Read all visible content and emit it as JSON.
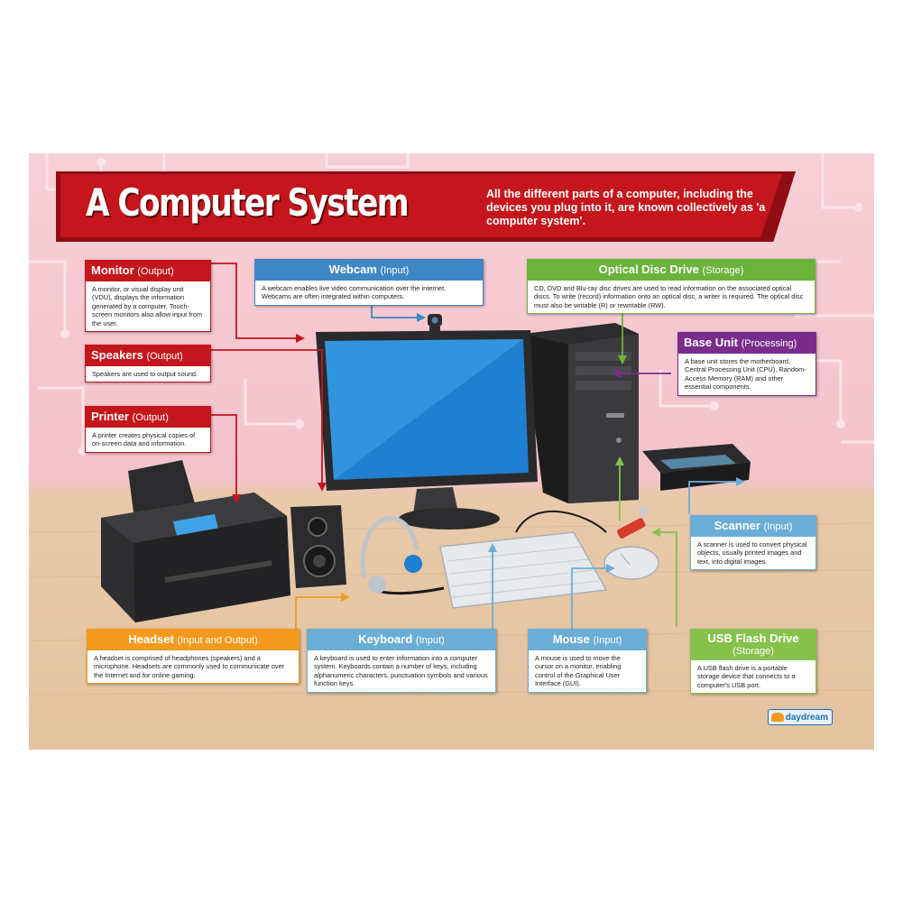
{
  "poster": {
    "title": "A Computer System",
    "intro": "All the different parts of a computer, including the devices you plug into it, are known collectively as 'a computer system'.",
    "logo": "daydream"
  },
  "boxes": {
    "monitor": {
      "title": "Monitor",
      "sub": "(Output)",
      "body": "A monitor, or visual display unit (VDU), displays the information generated by a computer. Touch-screen monitors also allow input from the user."
    },
    "speakers": {
      "title": "Speakers",
      "sub": "(Output)",
      "body": "Speakers are used to output sound."
    },
    "printer": {
      "title": "Printer",
      "sub": "(Output)",
      "body": "A printer creates physical copies of on-screen data and information."
    },
    "webcam": {
      "title": "Webcam",
      "sub": "(Input)",
      "body": "A webcam enables live video communication over the internet. Webcams are often integrated within computers."
    },
    "optical": {
      "title": "Optical Disc Drive",
      "sub": "(Storage)",
      "body": "CD, DVD and Blu-ray disc drives are used to read information on the associated optical discs. To write (record) information onto an optical disc, a writer is required. The optical disc must also be writable (R) or rewritable (RW)."
    },
    "baseunit": {
      "title": "Base Unit",
      "sub": "(Processing)",
      "body": "A base unit stores the motherboard, Central Processing Unit (CPU), Random-Access Memory (RAM) and other essential components."
    },
    "scanner": {
      "title": "Scanner",
      "sub": "(Input)",
      "body": "A scanner is used to convert physical objects, usually printed images and text, into digital images."
    },
    "usb": {
      "title": "USB Flash Drive",
      "sub": "(Storage)",
      "body": "A USB flash drive is a portable storage device that connects to a computer's USB port."
    },
    "headset": {
      "title": "Headset",
      "sub": "(Input and Output)",
      "body": "A headset is comprised of headphones (speakers) and a microphone. Headsets are commonly used to communicate over the Internet and for online gaming."
    },
    "keyboard": {
      "title": "Keyboard",
      "sub": "(Input)",
      "body": "A keyboard is used to enter information into a computer system. Keyboards contain a number of keys, including alphanumeric characters, punctuation symbols and various function keys."
    },
    "mouse": {
      "title": "Mouse",
      "sub": "(Input)",
      "body": "A mouse is used to move the cursor on a monitor, enabling control of the Graphical User Interface (GUI)."
    }
  },
  "colors": {
    "output": "#c4161c",
    "input": "#3f86c4",
    "storage": "#6bb33b",
    "processing": "#7a2c8c",
    "input_output": "#f39a1e"
  }
}
